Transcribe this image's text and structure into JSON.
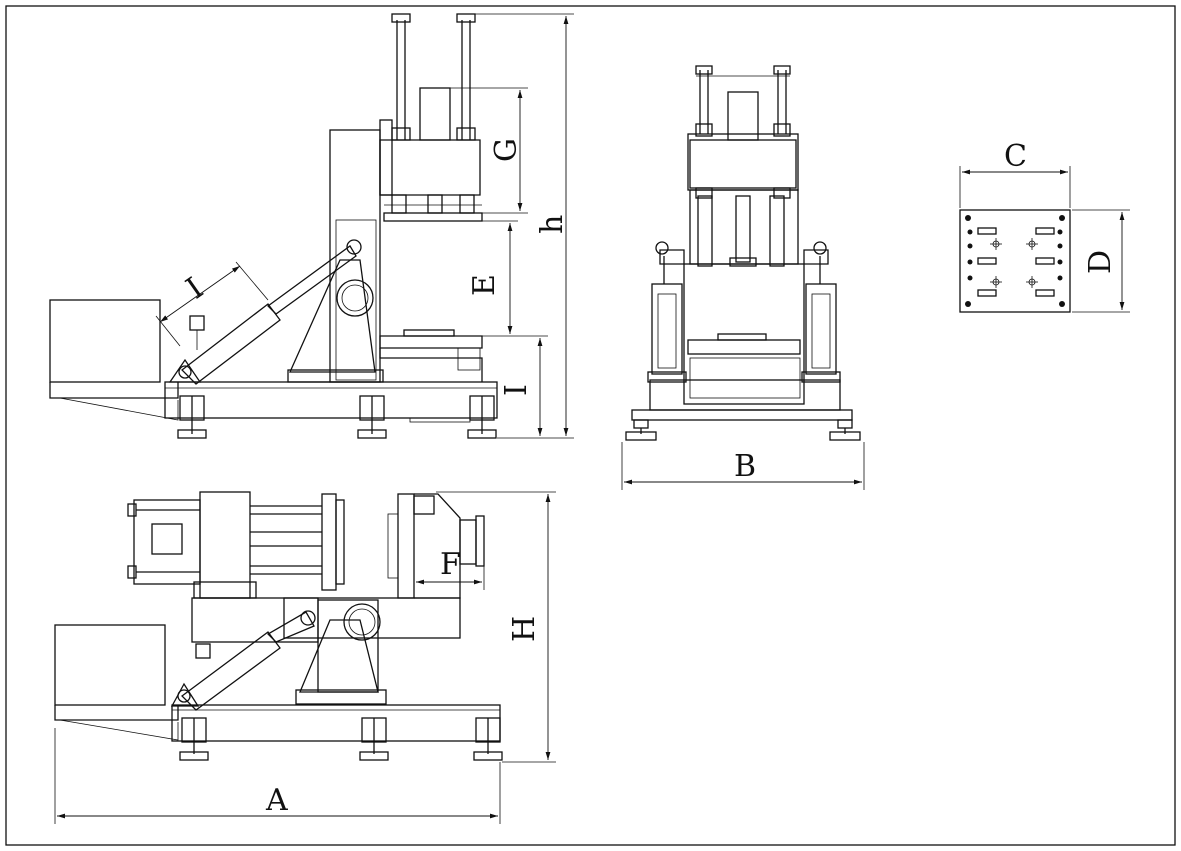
{
  "drawing": {
    "line_color": "#111111",
    "background": "#ffffff",
    "views": [
      "side-view",
      "front-view",
      "top-view",
      "platen-detail"
    ],
    "dimension_labels": {
      "A": "A",
      "B": "B",
      "C": "C",
      "D": "D",
      "E": "E",
      "F": "F",
      "G": "G",
      "H": "H",
      "I_upper": "I",
      "I_lower": "I",
      "h": "h"
    }
  }
}
